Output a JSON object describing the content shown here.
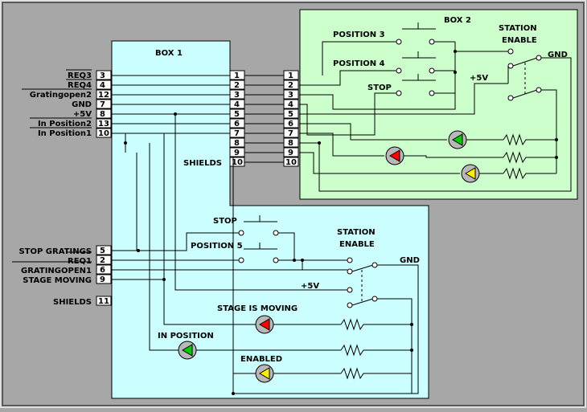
{
  "box1": {
    "title": "BOX 1",
    "left_signals": [
      "REQ3",
      "REQ4",
      "Gratingopen2",
      "GND",
      "+5V",
      "In Position2",
      "In Position1"
    ],
    "left_pins": [
      "3",
      "4",
      "12",
      "7",
      "8",
      "13",
      "10"
    ],
    "right_pins": [
      "1",
      "2",
      "3",
      "4",
      "5",
      "6",
      "7",
      "8",
      "9",
      "10"
    ],
    "shields_label": "SHIELDS"
  },
  "box2": {
    "title": "BOX 2",
    "pins": [
      "1",
      "2",
      "3",
      "4",
      "5",
      "6",
      "7",
      "8",
      "9",
      "10"
    ],
    "switches": [
      "POSITION 3",
      "POSITION 4",
      "STOP"
    ],
    "station_enable": [
      "STATION",
      "ENABLE"
    ],
    "gnd": "GND",
    "plus5v": "+5V",
    "led_colors": [
      "#00cc00",
      "#ff0000",
      "#ffee00"
    ]
  },
  "lower": {
    "left_signals": [
      "STOP GRATINGS",
      "REQ1",
      "GRATINGOPEN1",
      "STAGE MOVING",
      "SHIELDS"
    ],
    "left_pins": [
      "5",
      "2",
      "6",
      "9",
      "11"
    ],
    "switches": [
      "STOP",
      "POSITION 5"
    ],
    "station_enable": [
      "STATION",
      "ENABLE"
    ],
    "gnd": "GND",
    "plus5v": "+5V",
    "leds": [
      {
        "label": "STAGE IS MOVING",
        "color": "#ff0000"
      },
      {
        "label": "IN POSITION",
        "color": "#00cc00"
      },
      {
        "label": "ENABLED",
        "color": "#ffee00"
      }
    ]
  }
}
